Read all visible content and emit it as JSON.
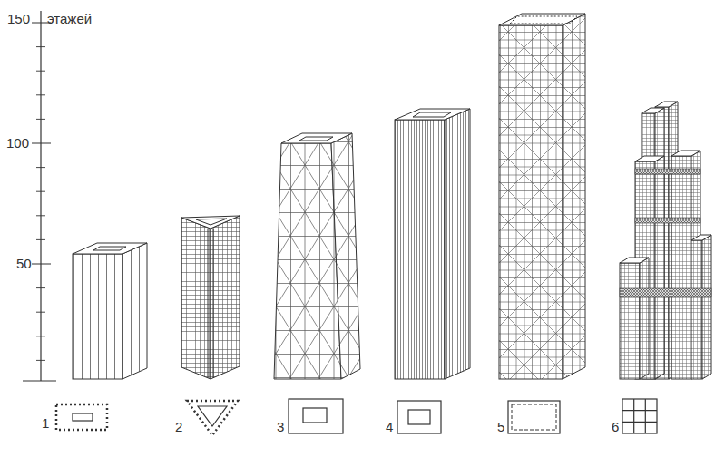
{
  "diagram": {
    "labels": [
      "150",
      "этажей",
      "100",
      "50",
      "1",
      "2",
      "3",
      "4",
      "5",
      "6"
    ]
  }
}
